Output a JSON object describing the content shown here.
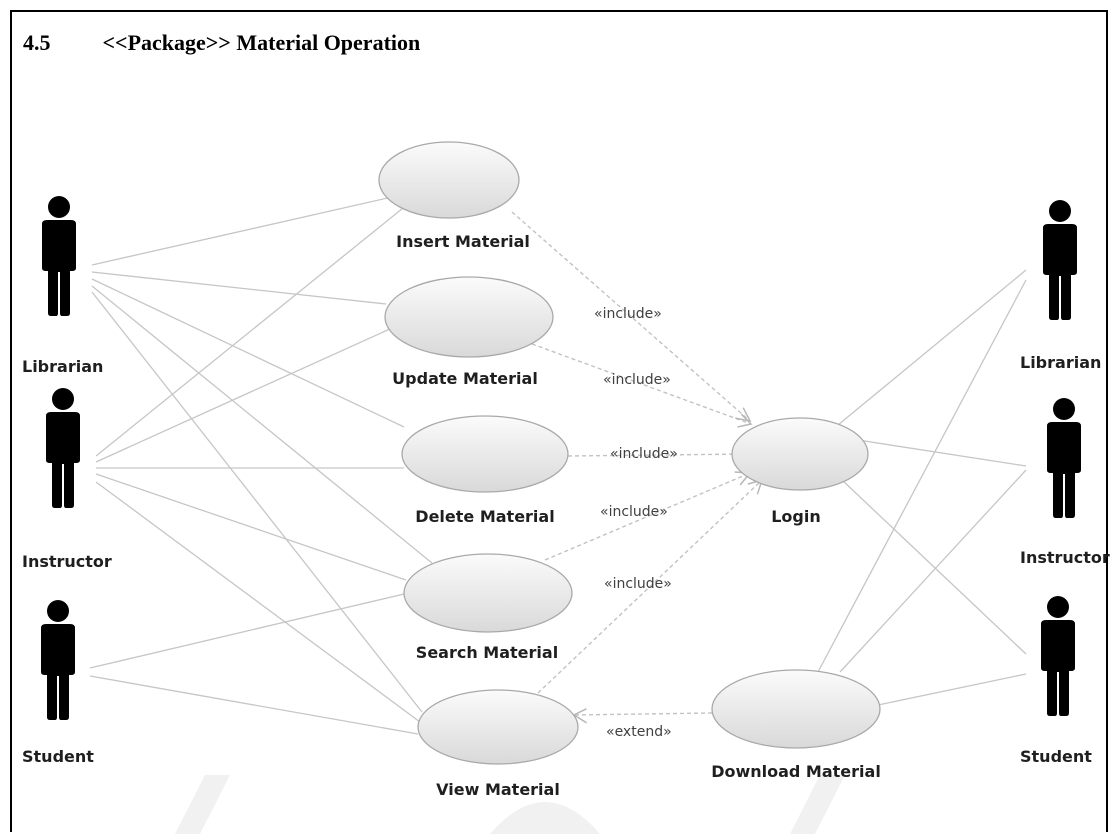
{
  "heading": {
    "number": "4.5",
    "title": "<<Package>> Material Operation"
  },
  "actors": {
    "left": [
      {
        "id": "librarian-left",
        "label": "Librarian"
      },
      {
        "id": "instructor-left",
        "label": "Instructor"
      },
      {
        "id": "student-left",
        "label": "Student"
      }
    ],
    "right": [
      {
        "id": "librarian-right",
        "label": "Librarian"
      },
      {
        "id": "instructor-right",
        "label": "Instructor"
      },
      {
        "id": "student-right",
        "label": "Student"
      }
    ]
  },
  "use_cases": [
    {
      "id": "insert-material",
      "label": "Insert Material"
    },
    {
      "id": "update-material",
      "label": "Update Material"
    },
    {
      "id": "delete-material",
      "label": "Delete Material"
    },
    {
      "id": "search-material",
      "label": "Search Material"
    },
    {
      "id": "view-material",
      "label": "View Material"
    },
    {
      "id": "login",
      "label": "Login"
    },
    {
      "id": "download-material",
      "label": "Download Material"
    }
  ],
  "relationships": {
    "include_label": "«include»",
    "extend_label": "«extend»",
    "includes": [
      {
        "from": "insert-material",
        "to": "login"
      },
      {
        "from": "update-material",
        "to": "login"
      },
      {
        "from": "delete-material",
        "to": "login"
      },
      {
        "from": "search-material",
        "to": "login"
      },
      {
        "from": "view-material",
        "to": "login"
      }
    ],
    "extends": [
      {
        "from": "download-material",
        "to": "view-material"
      }
    ],
    "associations": [
      {
        "actor": "librarian-left",
        "use_case": "insert-material"
      },
      {
        "actor": "librarian-left",
        "use_case": "update-material"
      },
      {
        "actor": "librarian-left",
        "use_case": "delete-material"
      },
      {
        "actor": "librarian-left",
        "use_case": "search-material"
      },
      {
        "actor": "librarian-left",
        "use_case": "view-material"
      },
      {
        "actor": "instructor-left",
        "use_case": "insert-material"
      },
      {
        "actor": "instructor-left",
        "use_case": "update-material"
      },
      {
        "actor": "instructor-left",
        "use_case": "delete-material"
      },
      {
        "actor": "instructor-left",
        "use_case": "search-material"
      },
      {
        "actor": "instructor-left",
        "use_case": "view-material"
      },
      {
        "actor": "student-left",
        "use_case": "search-material"
      },
      {
        "actor": "student-left",
        "use_case": "view-material"
      },
      {
        "actor": "librarian-right",
        "use_case": "login"
      },
      {
        "actor": "instructor-right",
        "use_case": "login"
      },
      {
        "actor": "student-right",
        "use_case": "login"
      },
      {
        "actor": "librarian-right",
        "use_case": "download-material"
      },
      {
        "actor": "instructor-right",
        "use_case": "download-material"
      },
      {
        "actor": "student-right",
        "use_case": "download-material"
      }
    ]
  }
}
